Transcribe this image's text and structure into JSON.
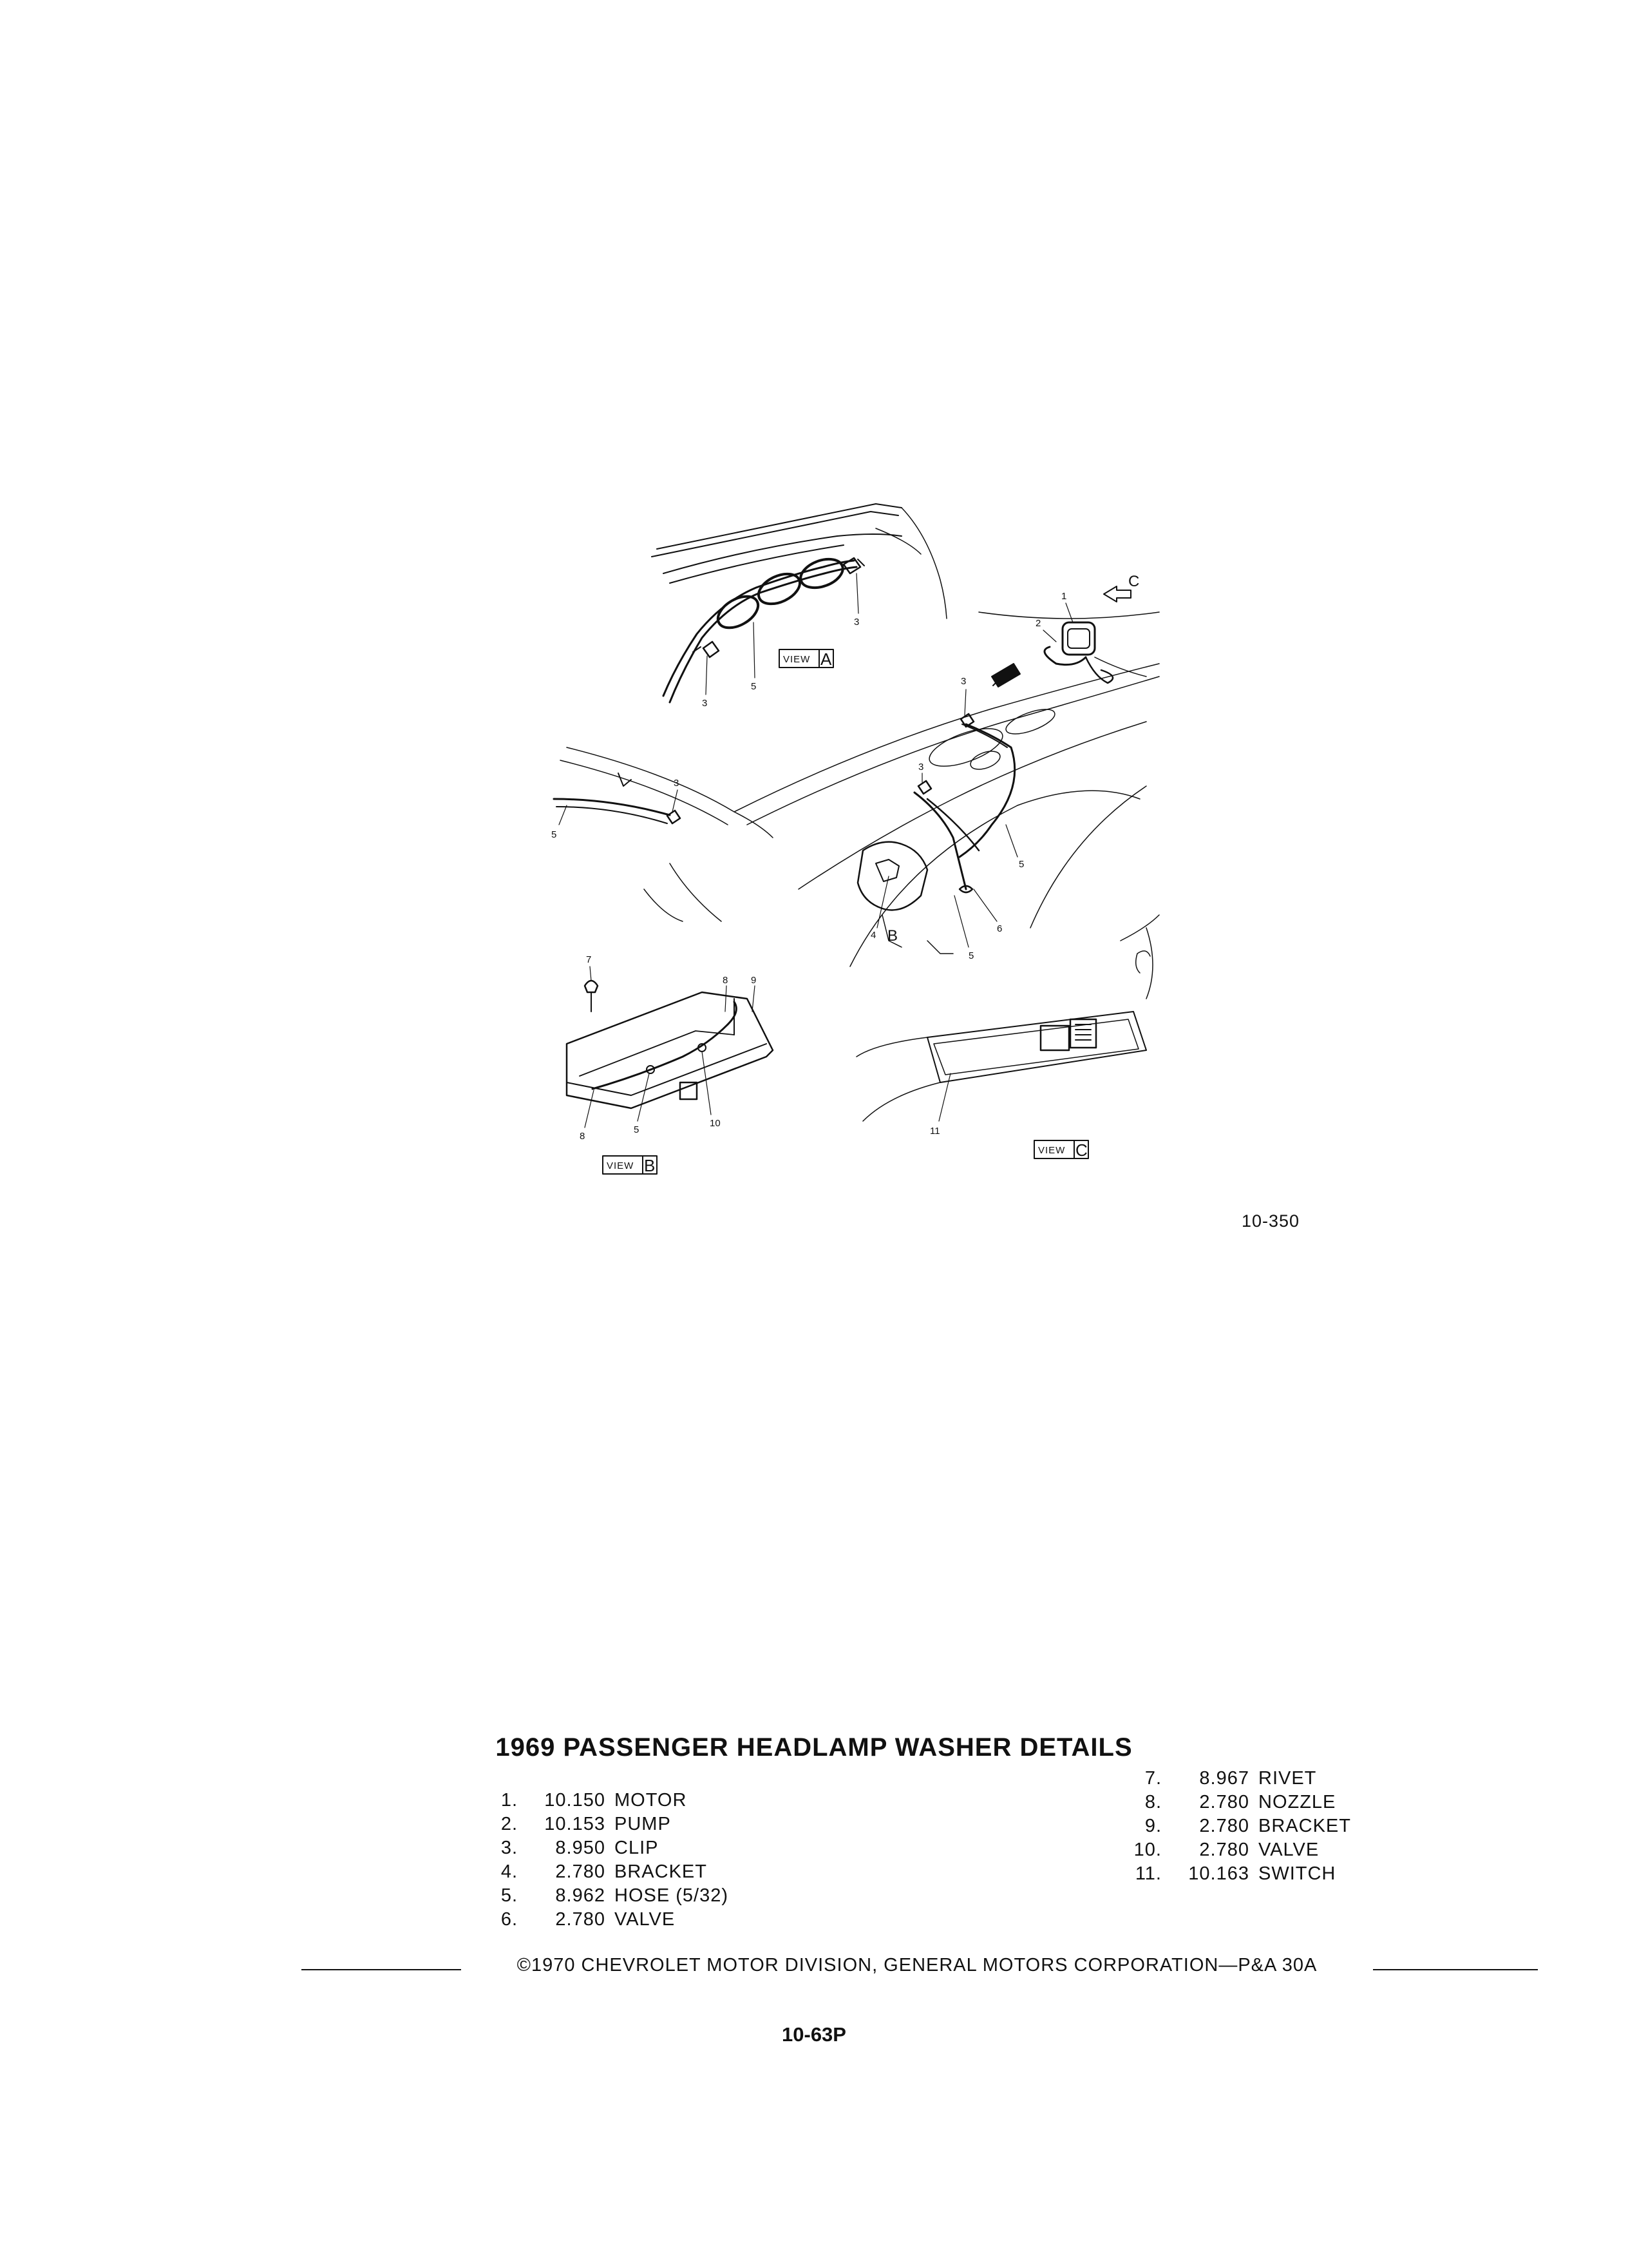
{
  "figure": {
    "callouts": [
      "1",
      "2",
      "3",
      "3",
      "3",
      "3",
      "3",
      "4",
      "5",
      "5",
      "5",
      "5",
      "5",
      "6",
      "7",
      "8",
      "8",
      "9",
      "10",
      "11"
    ],
    "views": {
      "a": {
        "word": "VIEW",
        "letter": "A"
      },
      "b": {
        "word": "VIEW",
        "letter": "B"
      },
      "c": {
        "word": "VIEW",
        "letter": "C"
      }
    },
    "view_markers": {
      "b": "B",
      "c": "C"
    },
    "figure_number": "10-350"
  },
  "title": "1969 PASSENGER HEADLAMP WASHER DETAILS",
  "parts_left": [
    {
      "num": "1.",
      "code": "10.150",
      "name": "MOTOR"
    },
    {
      "num": "2.",
      "code": "10.153",
      "name": "PUMP"
    },
    {
      "num": "3.",
      "code": "8.950",
      "name": "CLIP"
    },
    {
      "num": "4.",
      "code": "2.780",
      "name": "BRACKET"
    },
    {
      "num": "5.",
      "code": "8.962",
      "name": "HOSE (5/32)"
    },
    {
      "num": "6.",
      "code": "2.780",
      "name": "VALVE"
    }
  ],
  "parts_right": [
    {
      "num": "7.",
      "code": "8.967",
      "name": "RIVET"
    },
    {
      "num": "8.",
      "code": "2.780",
      "name": "NOZZLE"
    },
    {
      "num": "9.",
      "code": "2.780",
      "name": "BRACKET"
    },
    {
      "num": "10.",
      "code": "2.780",
      "name": "VALVE"
    },
    {
      "num": "11.",
      "code": "10.163",
      "name": "SWITCH"
    }
  ],
  "footer": {
    "copyright": "©1970 CHEVROLET MOTOR DIVISION, GENERAL MOTORS CORPORATION—P&A 30A",
    "page_number": "10-63P"
  }
}
